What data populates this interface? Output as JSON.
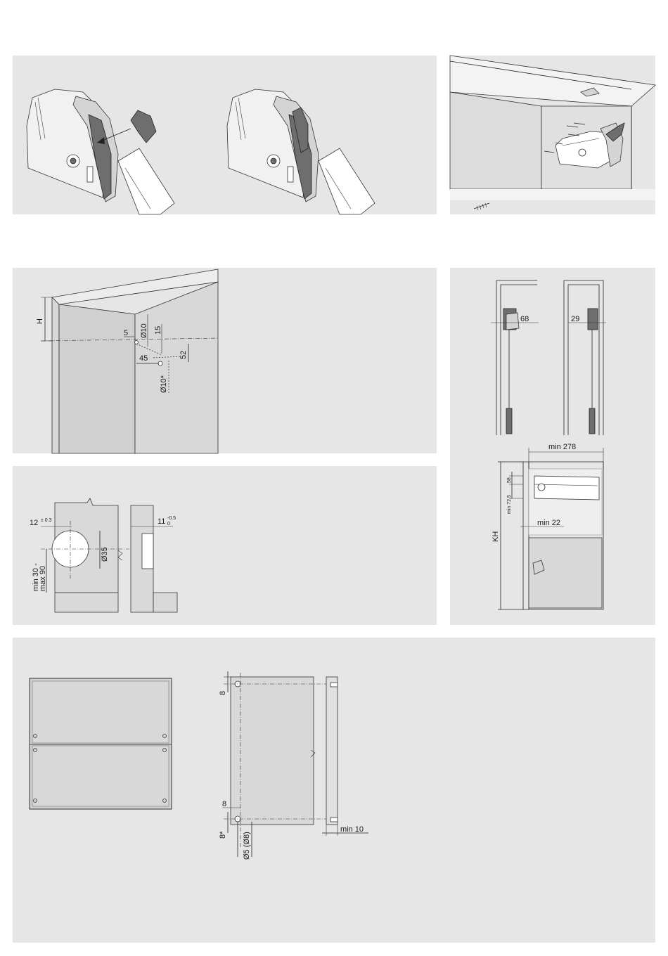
{
  "dimensions": {
    "drill": {
      "h": "H",
      "d10": "Ø10",
      "d15": "15",
      "d5": "5",
      "d45": "45",
      "d52": "52",
      "d10s": "Ø10*"
    },
    "hinge": {
      "tol12": "12",
      "tol12sup": "± 0.3",
      "d35": "Ø35",
      "min30": "min 30 -",
      "max90": "max 90",
      "d11": "11",
      "d11sup": "-0.5",
      "d11sub": "0"
    },
    "side": {
      "d68": "68",
      "d29": "29"
    },
    "cabinet": {
      "min278": "min 278",
      "d58": "58",
      "min725": "min 72.5",
      "min22": "min 22",
      "kh": "KH"
    },
    "front": {
      "d8a": "8",
      "d8b": "8",
      "d8s": "8*",
      "d5": "Ø5 (Ø8)",
      "min10": "min 10"
    }
  }
}
